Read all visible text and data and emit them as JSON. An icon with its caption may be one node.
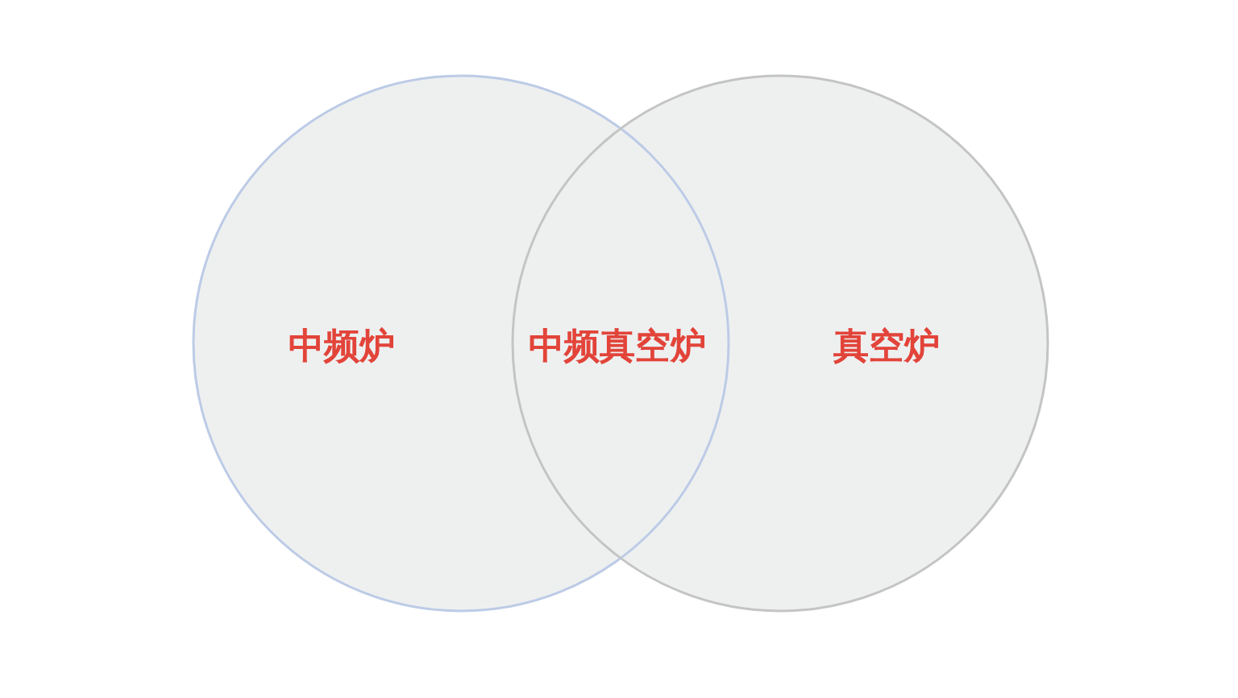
{
  "diagram": {
    "nodes": [
      {
        "text": [
          "中频炉"
        ]
      },
      {
        "text": [
          "真空炉"
        ]
      }
    ],
    "labels": [
      "中频真空炉"
    ]
  }
}
